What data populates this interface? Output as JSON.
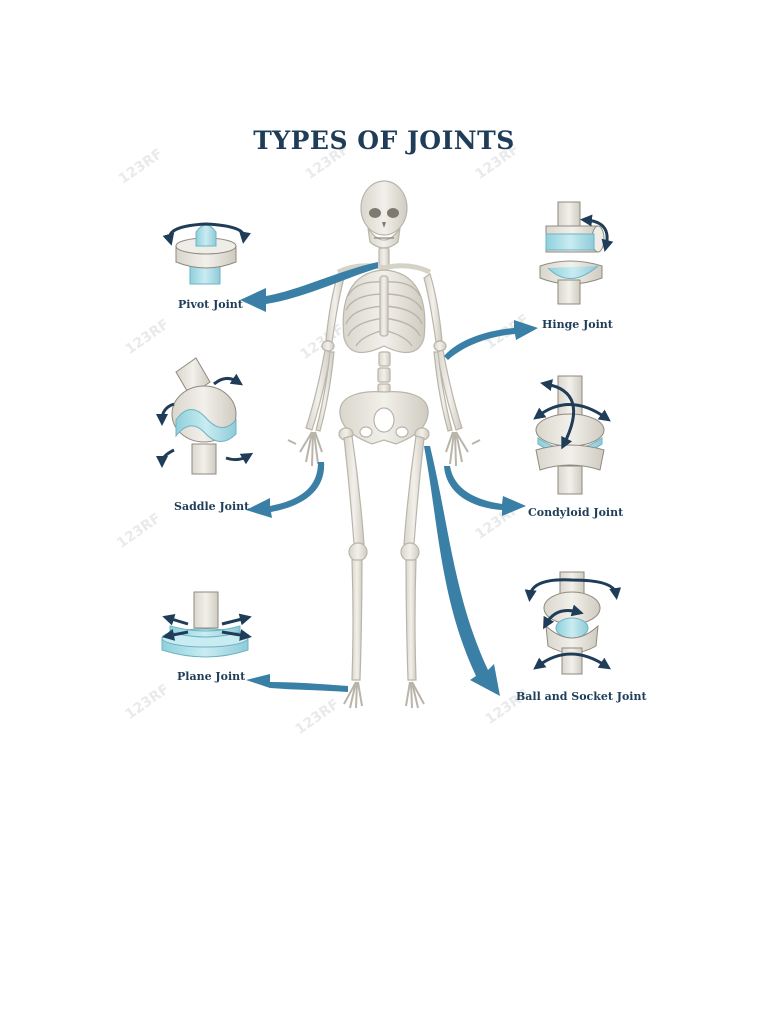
{
  "title": "TYPES OF JOINTS",
  "colors": {
    "heading": "#1f3d58",
    "arrow": "#3a7fa6",
    "bone": "#eae8e1",
    "bone_outline": "#b9b5aa",
    "cartilage": "#a7dbe5",
    "background": "#ffffff"
  },
  "joints": [
    {
      "label": "Pivot Joint",
      "icon": "pivot-joint-icon"
    },
    {
      "label": "Hinge Joint",
      "icon": "hinge-joint-icon"
    },
    {
      "label": "Saddle Joint",
      "icon": "saddle-joint-icon"
    },
    {
      "label": "Condyloid Joint",
      "icon": "condyloid-joint-icon"
    },
    {
      "label": "Plane Joint",
      "icon": "plane-joint-icon"
    },
    {
      "label": "Ball and Socket Joint",
      "icon": "ball-socket-joint-icon"
    }
  ],
  "watermark": "123RF"
}
